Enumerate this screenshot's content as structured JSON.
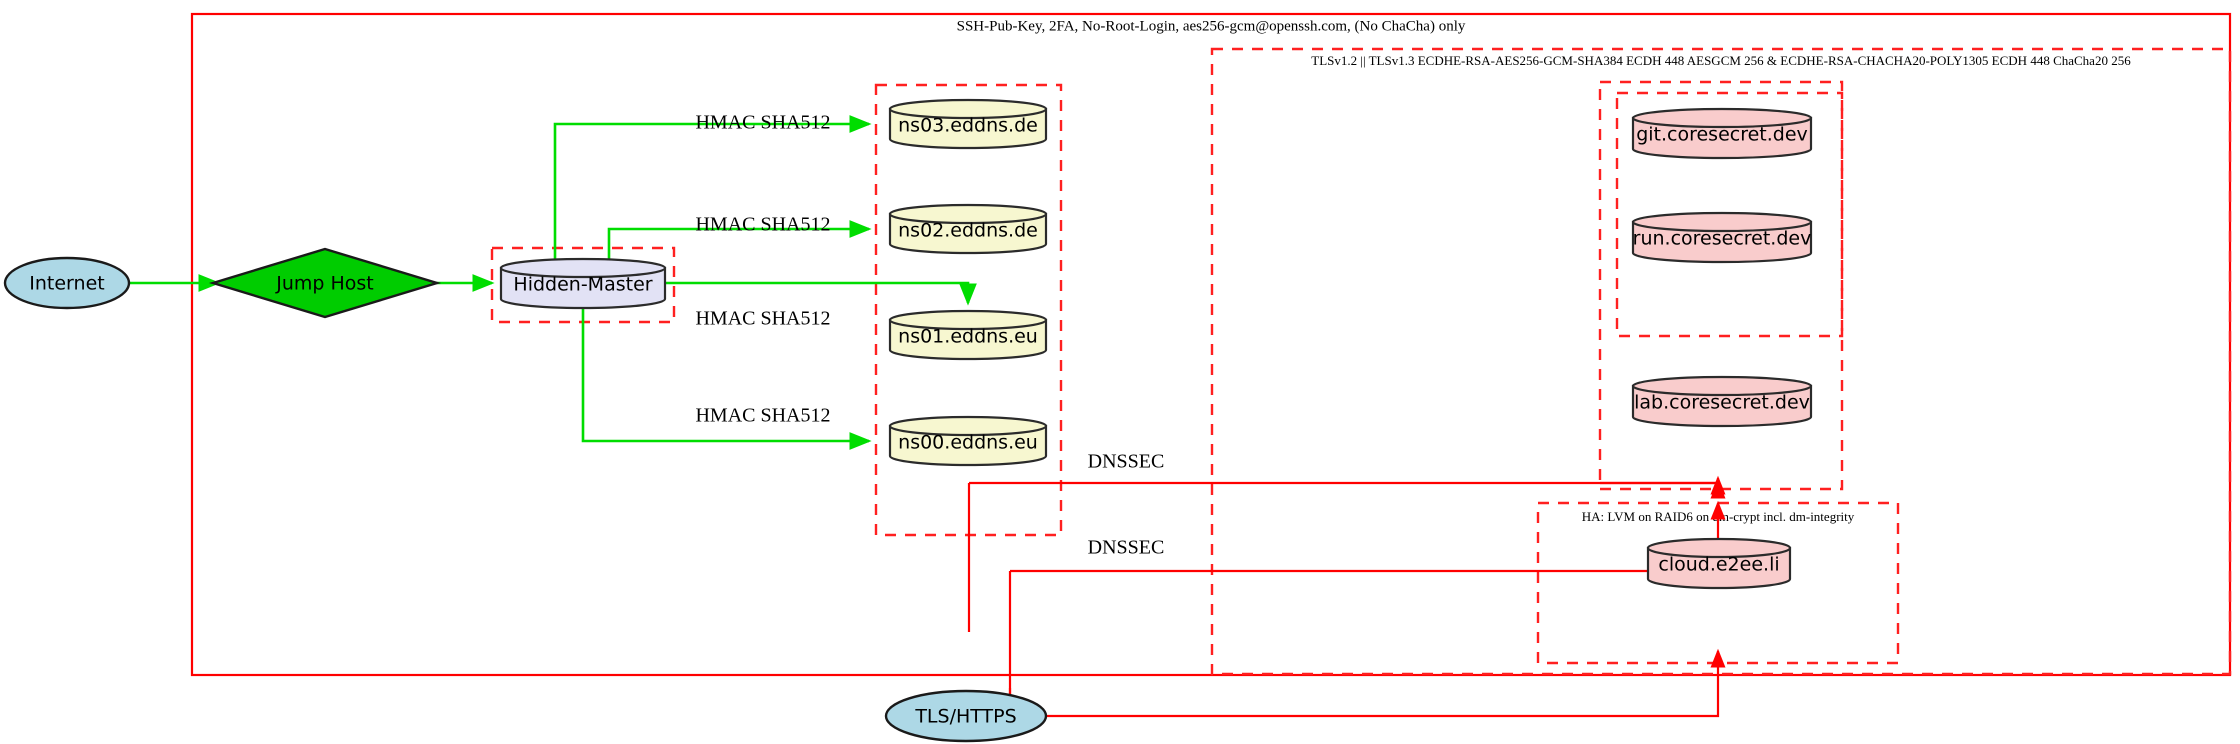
{
  "diagram": {
    "title_label": "SSH-Pub-Key, 2FA, No-Root-Login, aes256-gcm@openssh.com, (No ChaCha) only",
    "clusters": [
      {
        "id": "outer-ssh",
        "label": "SSH-Pub-Key, 2FA, No-Root-Login, aes256-gcm@openssh.com, (No ChaCha) only",
        "style": "solid",
        "color": "#ff0000"
      },
      {
        "id": "tls-cluster",
        "label": "TLSv1.2 || TLSv1.3 ECDHE-RSA-AES256-GCM-SHA384 ECDH 448 AESGCM 256 & ECDHE-RSA-CHACHA20-POLY1305 ECDH 448 ChaCha20 256",
        "style": "dashed",
        "color": "#ff2020"
      },
      {
        "id": "ha-cluster",
        "label": "HA: LVM on RAID6 on dm-crypt incl. dm-integrity",
        "style": "dashed",
        "color": "#ff2020"
      },
      {
        "id": "dns-cluster",
        "label": "",
        "style": "dashed",
        "color": "#ff2020"
      },
      {
        "id": "hidden-master-cluster",
        "label": "",
        "style": "dashed",
        "color": "#ff2020"
      },
      {
        "id": "coresecret-outer-cluster",
        "label": "",
        "style": "dashed",
        "color": "#ff2020"
      },
      {
        "id": "coresecret-inner-cluster",
        "label": "",
        "style": "dashed",
        "color": "#ff2020"
      }
    ],
    "nodes": [
      {
        "id": "internet",
        "label": "Internet",
        "shape": "ellipse",
        "fill": "#add8e6"
      },
      {
        "id": "jump-host",
        "label": "Jump Host",
        "shape": "diamond",
        "fill": "#00cc00"
      },
      {
        "id": "hidden-master",
        "label": "Hidden-Master",
        "shape": "cylinder",
        "fill": "#e2e2f5"
      },
      {
        "id": "ns03",
        "label": "ns03.eddns.de",
        "shape": "cylinder",
        "fill": "#f7f7d0"
      },
      {
        "id": "ns02",
        "label": "ns02.eddns.de",
        "shape": "cylinder",
        "fill": "#f7f7d0"
      },
      {
        "id": "ns01",
        "label": "ns01.eddns.eu",
        "shape": "cylinder",
        "fill": "#f7f7d0"
      },
      {
        "id": "ns00",
        "label": "ns00.eddns.eu",
        "shape": "cylinder",
        "fill": "#f7f7d0"
      },
      {
        "id": "git",
        "label": "git.coresecret.dev",
        "shape": "cylinder",
        "fill": "#f9cccc"
      },
      {
        "id": "run",
        "label": "run.coresecret.dev",
        "shape": "cylinder",
        "fill": "#f9cccc"
      },
      {
        "id": "lab",
        "label": "lab.coresecret.dev",
        "shape": "cylinder",
        "fill": "#f9cccc"
      },
      {
        "id": "cloud",
        "label": "cloud.e2ee.li",
        "shape": "cylinder",
        "fill": "#f9cccc"
      },
      {
        "id": "tls-https",
        "label": "TLS/HTTPS",
        "shape": "ellipse",
        "fill": "#add8e6"
      }
    ],
    "edges": [
      {
        "id": "internet-jump",
        "label": "",
        "color": "#00dd00"
      },
      {
        "id": "jump-hidden",
        "label": "",
        "color": "#00dd00"
      },
      {
        "id": "hidden-ns03",
        "label": "HMAC SHA512",
        "color": "#00dd00"
      },
      {
        "id": "hidden-ns02",
        "label": "HMAC SHA512",
        "color": "#00dd00"
      },
      {
        "id": "hidden-ns01",
        "label": "HMAC SHA512",
        "color": "#00dd00"
      },
      {
        "id": "hidden-ns00",
        "label": "HMAC SHA512",
        "color": "#00dd00"
      },
      {
        "id": "dnssec-upper",
        "label": "DNSSEC",
        "color": "#ff0000"
      },
      {
        "id": "dnssec-lower",
        "label": "DNSSEC",
        "color": "#ff0000"
      },
      {
        "id": "tls-cloud",
        "label": "",
        "color": "#ff0000"
      }
    ]
  }
}
